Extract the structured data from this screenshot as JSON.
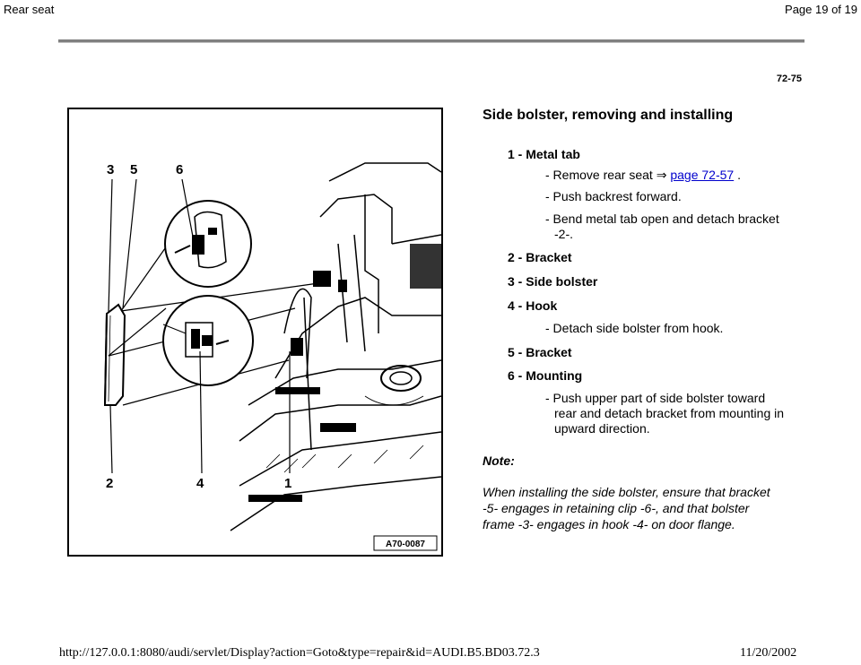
{
  "header": {
    "left_title": "Rear seat",
    "page_label": "Page 19 of 19",
    "page_number": "72-75"
  },
  "figure": {
    "callouts": [
      "3",
      "5",
      "6",
      "2",
      "4",
      "1"
    ],
    "figure_code": "A70-0087"
  },
  "section": {
    "title": "Side bolster, removing and installing"
  },
  "items": {
    "i1": {
      "label": "1 - Metal tab",
      "step1_prefix": "- Remove rear seat",
      "arrow": "⇒",
      "link": "page 72-57",
      "step1_suffix": ".",
      "step2": "- Push backrest forward.",
      "step3_line1": "- Bend metal tab open and detach bracket",
      "step3_line2": "-2-."
    },
    "i2": {
      "label": "2 - Bracket"
    },
    "i3": {
      "label": "3 - Side bolster"
    },
    "i4": {
      "label": "4 - Hook",
      "step1": "- Detach side bolster from hook."
    },
    "i5": {
      "label": "5 - Bracket"
    },
    "i6": {
      "label": "6 - Mounting",
      "step1_line1": "- Push upper part of side bolster toward",
      "step1_line2": "rear and detach bracket from mounting in",
      "step1_line3": "upward direction."
    }
  },
  "note": {
    "label": "Note:",
    "line1": "When installing the side bolster, ensure that bracket",
    "line2": "-5- engages in retaining clip -6-, and that bolster",
    "line3": "frame -3- engages in hook -4- on door flange."
  },
  "footer": {
    "url": "http://127.0.0.1:8080/audi/servlet/Display?action=Goto&type=repair&id=AUDI.B5.BD03.72.3",
    "date": "11/20/2002"
  }
}
